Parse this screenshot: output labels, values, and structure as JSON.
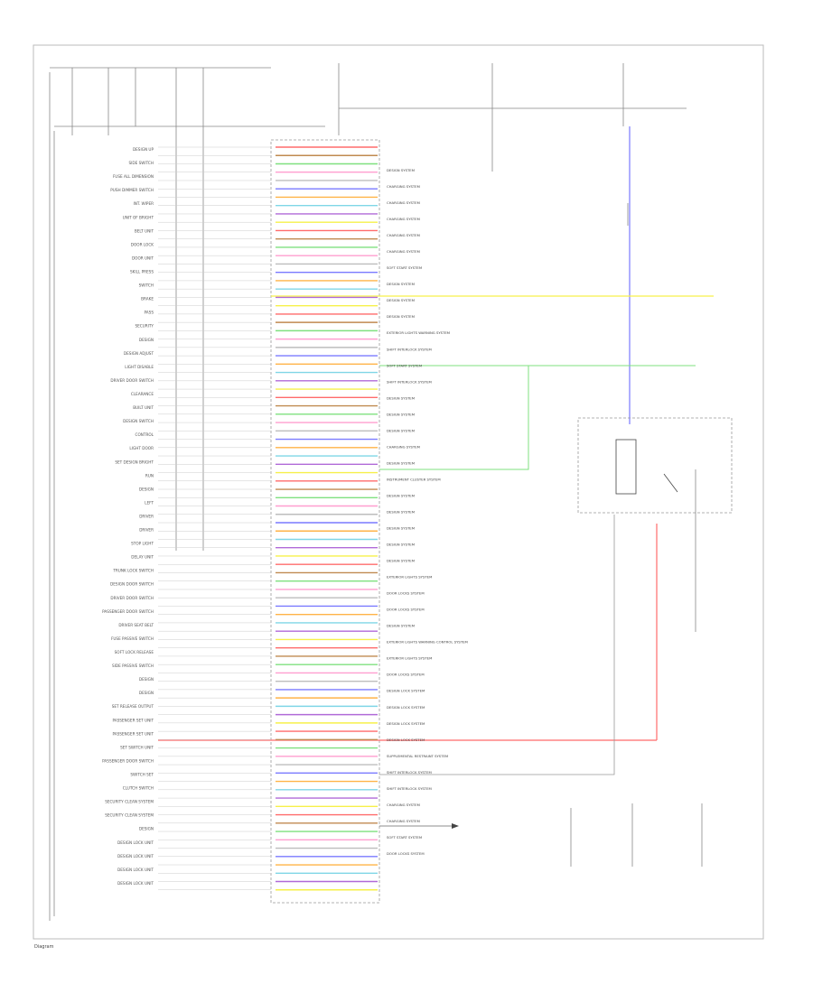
{
  "diagram": {
    "footer_code": "Diagram"
  },
  "left_labels": [
    "DESIGN UP",
    "SIDE SWITCH",
    "FUSE ALL DIMENSION",
    "PUSH DIMMER SWITCH",
    "INT. WIPER",
    "UNIT OF BRIGHT",
    "BELT UNIT",
    "DOOR LOCK",
    "DOOR UNIT",
    "SKILL PRESS",
    "SWITCH",
    "BRAKE",
    "PASS",
    "SECURITY",
    "DESIGN",
    "DESIGN ADJUST",
    "LIGHT DISABLE",
    "DRIVER DOOR SWITCH",
    "CLEARANCE",
    "BUILT UNIT",
    "DESIGN SWITCH",
    "CONTROL",
    "LIGHT DOOR",
    "SET DESIGN BRIGHT",
    "RUN",
    "DESIGN",
    "LEFT",
    "DRIVER",
    "DRIVER",
    "STOP LIGHT",
    "DELAY UNIT",
    "TRUNK LOCK SWITCH",
    "DESIGN DOOR SWITCH",
    "DRIVER DOOR SWITCH",
    "PASSENGER DOOR SWITCH",
    "DRIVER SEAT BELT",
    "FUSE PASSIVE SWITCH",
    "SOFT LOCK RELEASE",
    "SIDE PASSIVE SWITCH",
    "DESIGN",
    "DESIGN",
    "SET RELEASE OUTPUT",
    "PASSENGER SET UNIT",
    "PASSENGER SET UNIT",
    "SET SWITCH UNIT",
    "PASSENGER DOOR SWITCH",
    "SWITCH SET",
    "CLUTCH SWITCH",
    "SECURITY CLEAN SYSTEM",
    "SECURITY CLEAN SYSTEM",
    "DESIGN",
    "DESIGN LOCK UNIT",
    "DESIGN LOCK UNIT",
    "DESIGN LOCK UNIT",
    "DESIGN LOCK UNIT"
  ],
  "right_labels": [
    "DESIGN SYSTEM",
    "CHARGING SYSTEM",
    "CHARGING SYSTEM",
    "CHARGING SYSTEM",
    "CHARGING SYSTEM",
    "CHARGING SYSTEM",
    "SOFT START SYSTEM",
    "DESIGN SYSTEM",
    "DESIGN SYSTEM",
    "DESIGN SYSTEM",
    "EXTERIOR LIGHTS WARNING SYSTEM",
    "SHIFT INTERLOCK SYSTEM",
    "SOFT START SYSTEM",
    "SHIFT INTERLOCK SYSTEM",
    "DESIGN SYSTEM",
    "DESIGN SYSTEM",
    "DESIGN SYSTEM",
    "CHARGING SYSTEM",
    "DESIGN SYSTEM",
    "INSTRUMENT CLUSTER SYSTEM",
    "DESIGN SYSTEM",
    "DESIGN SYSTEM",
    "DESIGN SYSTEM",
    "DESIGN SYSTEM",
    "DESIGN SYSTEM",
    "EXTERIOR LIGHTS SYSTEM",
    "DOOR LOCKS SYSTEM",
    "DOOR LOCKS SYSTEM",
    "DESIGN SYSTEM",
    "EXTERIOR LIGHTS WARNING CONTROL SYSTEM",
    "EXTERIOR LIGHTS SYSTEM",
    "DOOR LOCKS SYSTEM",
    "DESIGN LOCK SYSTEM",
    "DESIGN LOCK SYSTEM",
    "DESIGN LOCK SYSTEM",
    "DESIGN LOCK SYSTEM",
    "SUPPLEMENTAL RESTRAINT SYSTEM",
    "SHIFT INTERLOCK SYSTEM",
    "SHIFT INTERLOCK SYSTEM",
    "CHARGING SYSTEM",
    "CHARGING SYSTEM",
    "SOFT START SYSTEM",
    "DOOR LOCKS SYSTEM"
  ],
  "colors": {
    "red": "#ff6b6b",
    "pink": "#ff9ecf",
    "orange": "#ffb347",
    "yellow": "#f6f04a",
    "green": "#7fe07f",
    "blue": "#7a7aff",
    "purple": "#b06ad8",
    "brown": "#c08a50",
    "gray": "#bdbdbd",
    "cyan": "#7fd6e6"
  }
}
